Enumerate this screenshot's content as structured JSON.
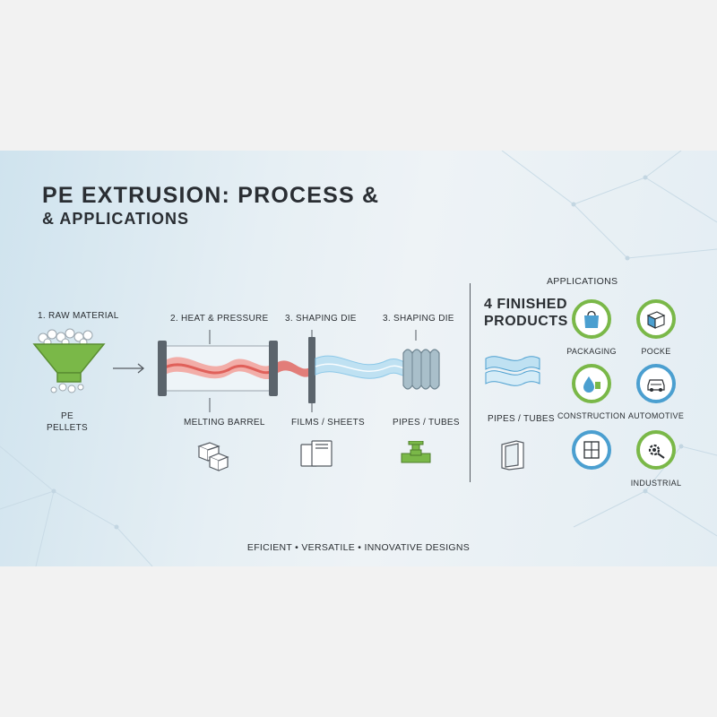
{
  "title": {
    "line1": "PE EXTRUSION: PROCESS &",
    "line2": "& APPLICATIONS"
  },
  "steps": {
    "raw_material": "1. RAW MATERIAL",
    "pellets_line1": "PE",
    "pellets_line2": "PELLETS",
    "heat_pressure": "2. HEAT & PRESSURE",
    "shaping_die_a": "3. SHAPING DIE",
    "shaping_die_b": "3. SHAPING DIE",
    "melting_barrel": "MELTING BARREL",
    "films_sheets": "FILMS / SHEETS",
    "pipes_tubes": "PIPES / TUBES"
  },
  "finished": {
    "title_line1": "4 FINISHED",
    "title_line2": "PRODUCTS",
    "pipes_tubes": "PIPES / TUBES"
  },
  "applications": {
    "title": "APPLICATIONS",
    "items": [
      {
        "label": "PACKAGING",
        "icon": "shopping-bag-icon",
        "ring": "#7ab848"
      },
      {
        "label": "POCKE",
        "icon": "box-icon",
        "ring": "#7ab848"
      },
      {
        "label": "CONSTRUCTION",
        "icon": "droplet-valve-icon",
        "ring": "#7ab848"
      },
      {
        "label": "AUTOMOTIVE",
        "icon": "car-icon",
        "ring": "#4b9fd0"
      },
      {
        "label": "",
        "icon": "window-icon",
        "ring": "#4b9fd0"
      },
      {
        "label": "INDUSTRIAL",
        "icon": "gear-wrench-icon",
        "ring": "#7ab848"
      }
    ]
  },
  "footer": "EFICIENT • VERSATILE • INNOVATIVE DESIGNS",
  "colors": {
    "green": "#7ab848",
    "blue": "#4b9fd0",
    "heat": "#e0605a",
    "flow": "#8cc8e8"
  }
}
